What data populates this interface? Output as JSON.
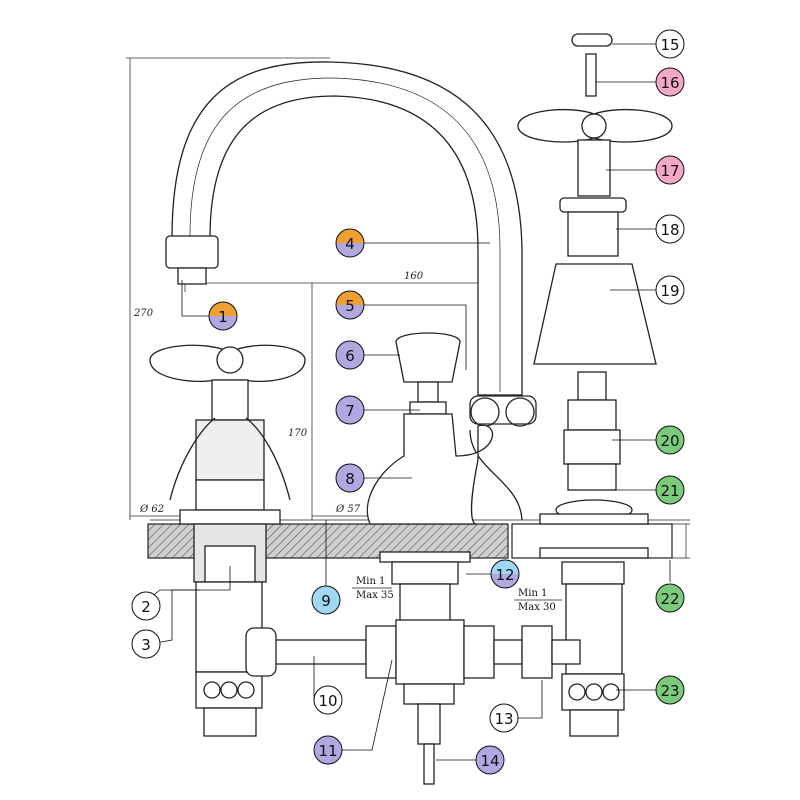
{
  "dimensions": {
    "height_total": "270",
    "height_spout": "170",
    "spout_reach": "160",
    "diameter_left": "Ø 62",
    "diameter_center": "Ø 57"
  },
  "thickness_labels": {
    "center_min": "Min 1",
    "center_max": "Max 35",
    "right_min": "Min 1",
    "right_max": "Max 30"
  },
  "colors": {
    "orange": "#f0a030",
    "violet": "#b0a8e0",
    "pink": "#f3a8c8",
    "green": "#7ccb7c",
    "blue": "#9fd8f0",
    "white": "#ffffff",
    "hatch": "#555555"
  },
  "callouts": [
    {
      "id": "c1",
      "label": "1",
      "color": "orange-violet"
    },
    {
      "id": "c2",
      "label": "2",
      "color": "white"
    },
    {
      "id": "c3",
      "label": "3",
      "color": "white"
    },
    {
      "id": "c4",
      "label": "4",
      "color": "orange-violet"
    },
    {
      "id": "c5",
      "label": "5",
      "color": "orange-violet"
    },
    {
      "id": "c6",
      "label": "6",
      "color": "violet"
    },
    {
      "id": "c7",
      "label": "7",
      "color": "violet"
    },
    {
      "id": "c8",
      "label": "8",
      "color": "violet"
    },
    {
      "id": "c9",
      "label": "9",
      "color": "blue"
    },
    {
      "id": "c10",
      "label": "10",
      "color": "white"
    },
    {
      "id": "c11",
      "label": "11",
      "color": "violet"
    },
    {
      "id": "c12",
      "label": "12",
      "color": "blue-violet"
    },
    {
      "id": "c13",
      "label": "13",
      "color": "white"
    },
    {
      "id": "c14",
      "label": "14",
      "color": "violet"
    },
    {
      "id": "c15",
      "label": "15",
      "color": "white"
    },
    {
      "id": "c16",
      "label": "16",
      "color": "pink"
    },
    {
      "id": "c17",
      "label": "17",
      "color": "pink"
    },
    {
      "id": "c18",
      "label": "18",
      "color": "white"
    },
    {
      "id": "c19",
      "label": "19",
      "color": "white"
    },
    {
      "id": "c20",
      "label": "20",
      "color": "green"
    },
    {
      "id": "c21",
      "label": "21",
      "color": "green"
    },
    {
      "id": "c22",
      "label": "22",
      "color": "green"
    },
    {
      "id": "c23",
      "label": "23",
      "color": "green"
    }
  ]
}
